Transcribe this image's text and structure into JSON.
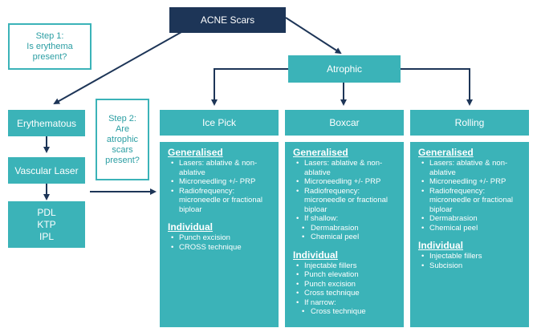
{
  "root": {
    "label": "ACNE Scars"
  },
  "step1": {
    "lines": [
      "Step 1:",
      "Is erythema",
      "present?"
    ]
  },
  "step2": {
    "lines": [
      "Step 2:",
      "Are",
      "atrophic",
      "scars",
      "present?"
    ]
  },
  "atrophic": {
    "label": "Atrophic"
  },
  "erythematous": {
    "label": "Erythematous"
  },
  "vascular_laser": {
    "label": "Vascular Laser"
  },
  "laser_types": [
    "PDL",
    "KTP",
    "IPL"
  ],
  "scar_types": [
    {
      "title": "Ice Pick",
      "generalised_heading": "Generalised",
      "generalised": [
        "Lasers: ablative & non-ablative",
        "Microneedling +/- PRP",
        "Radiofrequency: microneedle or fractional biploar"
      ],
      "individual_heading": "Individual",
      "individual": [
        "Punch excision",
        "CROSS technique"
      ]
    },
    {
      "title": "Boxcar",
      "generalised_heading": "Generalised",
      "generalised": [
        "Lasers: ablative & non-ablative",
        "Microneedling +/- PRP",
        "Radiofrequency: microneedle or fractional biploar",
        "If shallow:"
      ],
      "generalised_sub": [
        "Dermabrasion",
        "Chemical peel"
      ],
      "individual_heading": "Individual",
      "individual": [
        "Injectable fillers",
        "Punch elevation",
        "Punch excision",
        "Cross technique",
        "If narrow:"
      ],
      "individual_sub": [
        "Cross technique"
      ]
    },
    {
      "title": "Rolling",
      "generalised_heading": "Generalised",
      "generalised": [
        "Lasers: ablative & non-ablative",
        "Microneedling +/- PRP",
        "Radiofrequency: microneedle or fractional biploar",
        "Dermabrasion",
        "Chemical peel"
      ],
      "individual_heading": "Individual",
      "individual": [
        "Injectable fillers",
        "Subcision"
      ]
    }
  ],
  "colors": {
    "teal": "#3bb3b8",
    "navy": "#1d3557",
    "arrow": "#1d3557"
  }
}
